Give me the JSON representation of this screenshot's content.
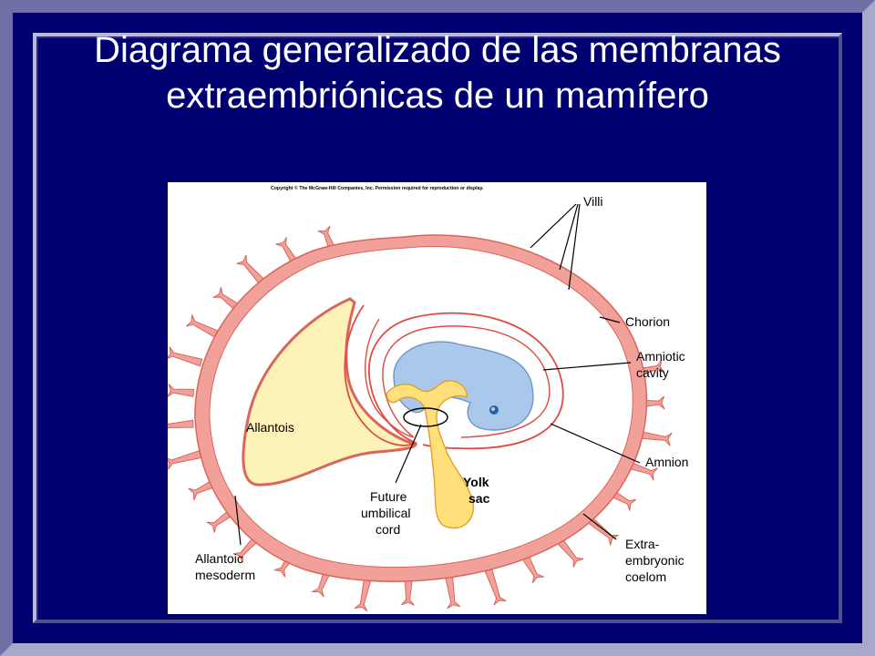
{
  "slide": {
    "title": "Diagrama generalizado de las membranas extraembriónicas de un mamífero"
  },
  "figure": {
    "copyright": "Copyright © The McGraw-Hill Companies, Inc. Permission required for reproduction or display.",
    "labels": {
      "villi": "Villi",
      "chorion": "Chorion",
      "amniotic_cavity": [
        "Amniotic",
        "cavity"
      ],
      "allantois": "Allantois",
      "amnion": "Amnion",
      "yolk_sac": [
        "Yolk",
        "sac"
      ],
      "future_umbilical_cord": [
        "Future",
        "umbilical",
        "cord"
      ],
      "allantoic_mesoderm": [
        "Allantoic",
        "mesoderm"
      ],
      "extraembryonic_coelom": [
        "Extra-",
        "embryonic",
        "coelom"
      ]
    },
    "colors": {
      "chorion": "#f2a09a",
      "chorion_stroke": "#d9665c",
      "allantois": "#fdf2b8",
      "yolk": "#ffe07a",
      "embryo": "#a9c8ec",
      "embryo_stroke": "#6f95c8",
      "amnion_line": "#e04a40"
    }
  }
}
